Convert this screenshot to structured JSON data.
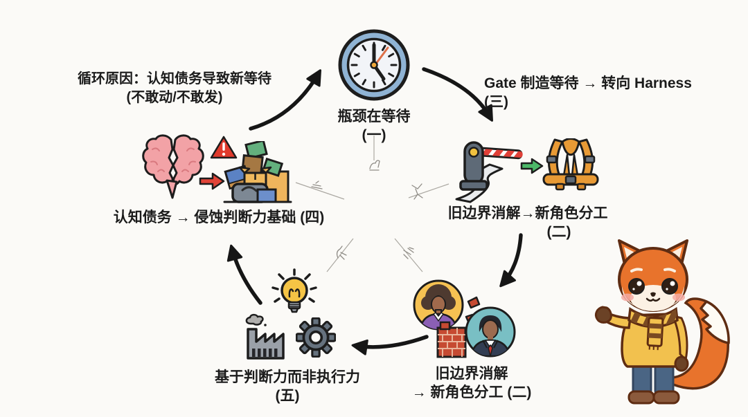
{
  "diagram": {
    "node_bottleneck": {
      "label": "瓶颈在等待",
      "num": "(一)"
    },
    "annotation_loop_cause": {
      "line1": "循环原因：认知债务导致新等待",
      "line2": "(不敢动/不敢发)"
    },
    "annotation_gate_harness": {
      "line1": "Gate 制造等待 → 转向 Harness",
      "num": "(三)"
    },
    "node_boundary_right": {
      "label": "旧边界消解→新角色分工",
      "num": "(二)"
    },
    "node_roles_bottom": {
      "line1": "旧边界消解",
      "line2": "→ 新角色分工 (二)"
    },
    "node_judgment": {
      "label": "基于判断力而非执行力",
      "num": "(五)"
    },
    "node_cognitive_debt": {
      "label": "认知债务 → 侵蚀判断力基础 (四)"
    }
  },
  "icons": [
    "clock-icon",
    "barrier-gate-icon",
    "winding-road-icon",
    "green-arrow-icon",
    "harness-icon",
    "split-brain-icon",
    "warning-triangle-icon",
    "red-arrow-icon",
    "boxes-pile-icon",
    "lightbulb-icon",
    "factory-icon",
    "gear-icon",
    "woman-avatar",
    "brick-wall-icon",
    "man-avatar",
    "fox-mascot"
  ],
  "colors": {
    "background": "#FBFAF7",
    "text": "#1B1B1B",
    "arrow_black": "#161616",
    "clock_ring_blue": "#8FB3D4",
    "clock_face": "#F2F4F8",
    "clock_second_hand": "#DE7048",
    "gate_post_gray": "#5E6A77",
    "gate_stripe_red": "#E04038",
    "green_arrow": "#4CB868",
    "harness_orange": "#E89A35",
    "brain_pink": "#F2A2A6",
    "warning_red": "#E03A2C",
    "red_arrow": "#E14438",
    "box_tan": "#EFB55C",
    "box_green": "#63B07E",
    "box_blue": "#5B82C4",
    "box_brown": "#A57843",
    "bag_gray": "#7D8894",
    "bulb_yellow": "#F5C445",
    "factory_gray": "#9AA0A8",
    "gear_gray": "#66727E",
    "woman_circle_yellow": "#F5C152",
    "woman_top_purple": "#8B5FB5",
    "man_circle_teal": "#79BFC4",
    "brick_red": "#C64A32",
    "tie_red": "#C9352C",
    "fox_orange": "#E8732C",
    "fox_sweater_yellow": "#F2C14E",
    "fox_jeans_blue": "#4A6584",
    "fox_boots_brown": "#8B5A3C"
  }
}
